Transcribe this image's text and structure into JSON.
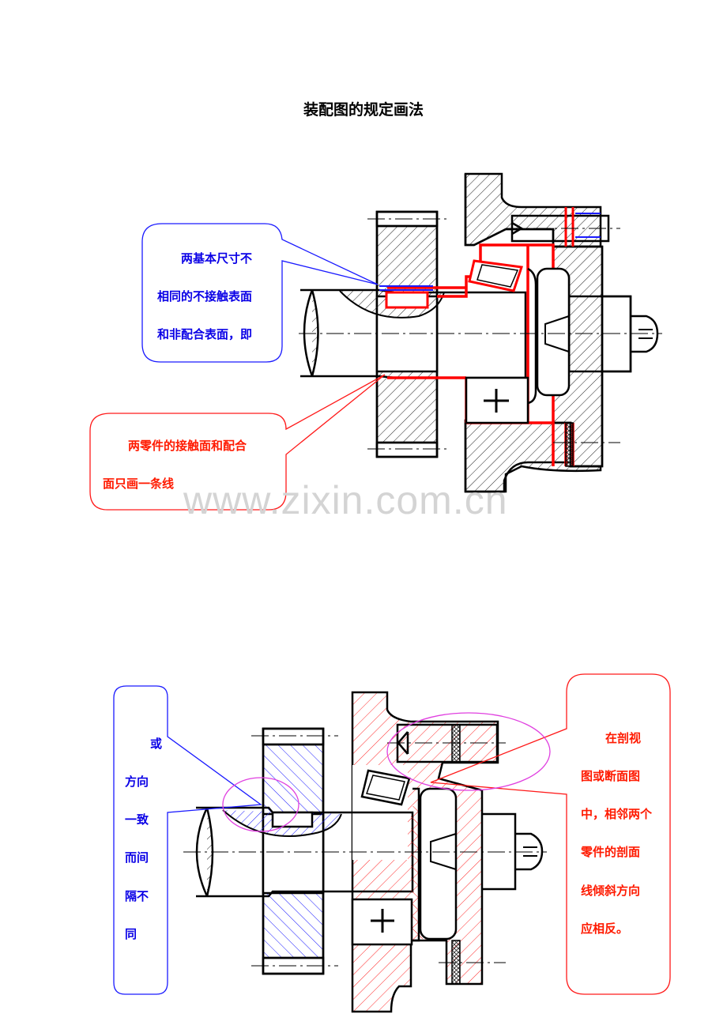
{
  "page": {
    "title": "装配图的规定画法",
    "watermark": "www.zixin.com.cn"
  },
  "figure1": {
    "note_blue": {
      "lines": [
        "两基本尺寸不",
        "相同的不接触表面",
        "和非配合表面，即"
      ],
      "color": "#0a00e6"
    },
    "note_red": {
      "lines": [
        "两零件的接触面和配合",
        "面只画一条线"
      ],
      "color": "#ff1a00"
    }
  },
  "figure2": {
    "note_left": {
      "lines": [
        "或",
        "方向",
        "一致",
        "而间",
        "隔不",
        "同"
      ],
      "color": "#0a00e6"
    },
    "note_right": {
      "lines": [
        "在剖视",
        "图或断面图",
        "中，相邻两个",
        "零件的剖面",
        "线倾斜方向",
        "应相反。"
      ],
      "color": "#ff1a00"
    }
  }
}
